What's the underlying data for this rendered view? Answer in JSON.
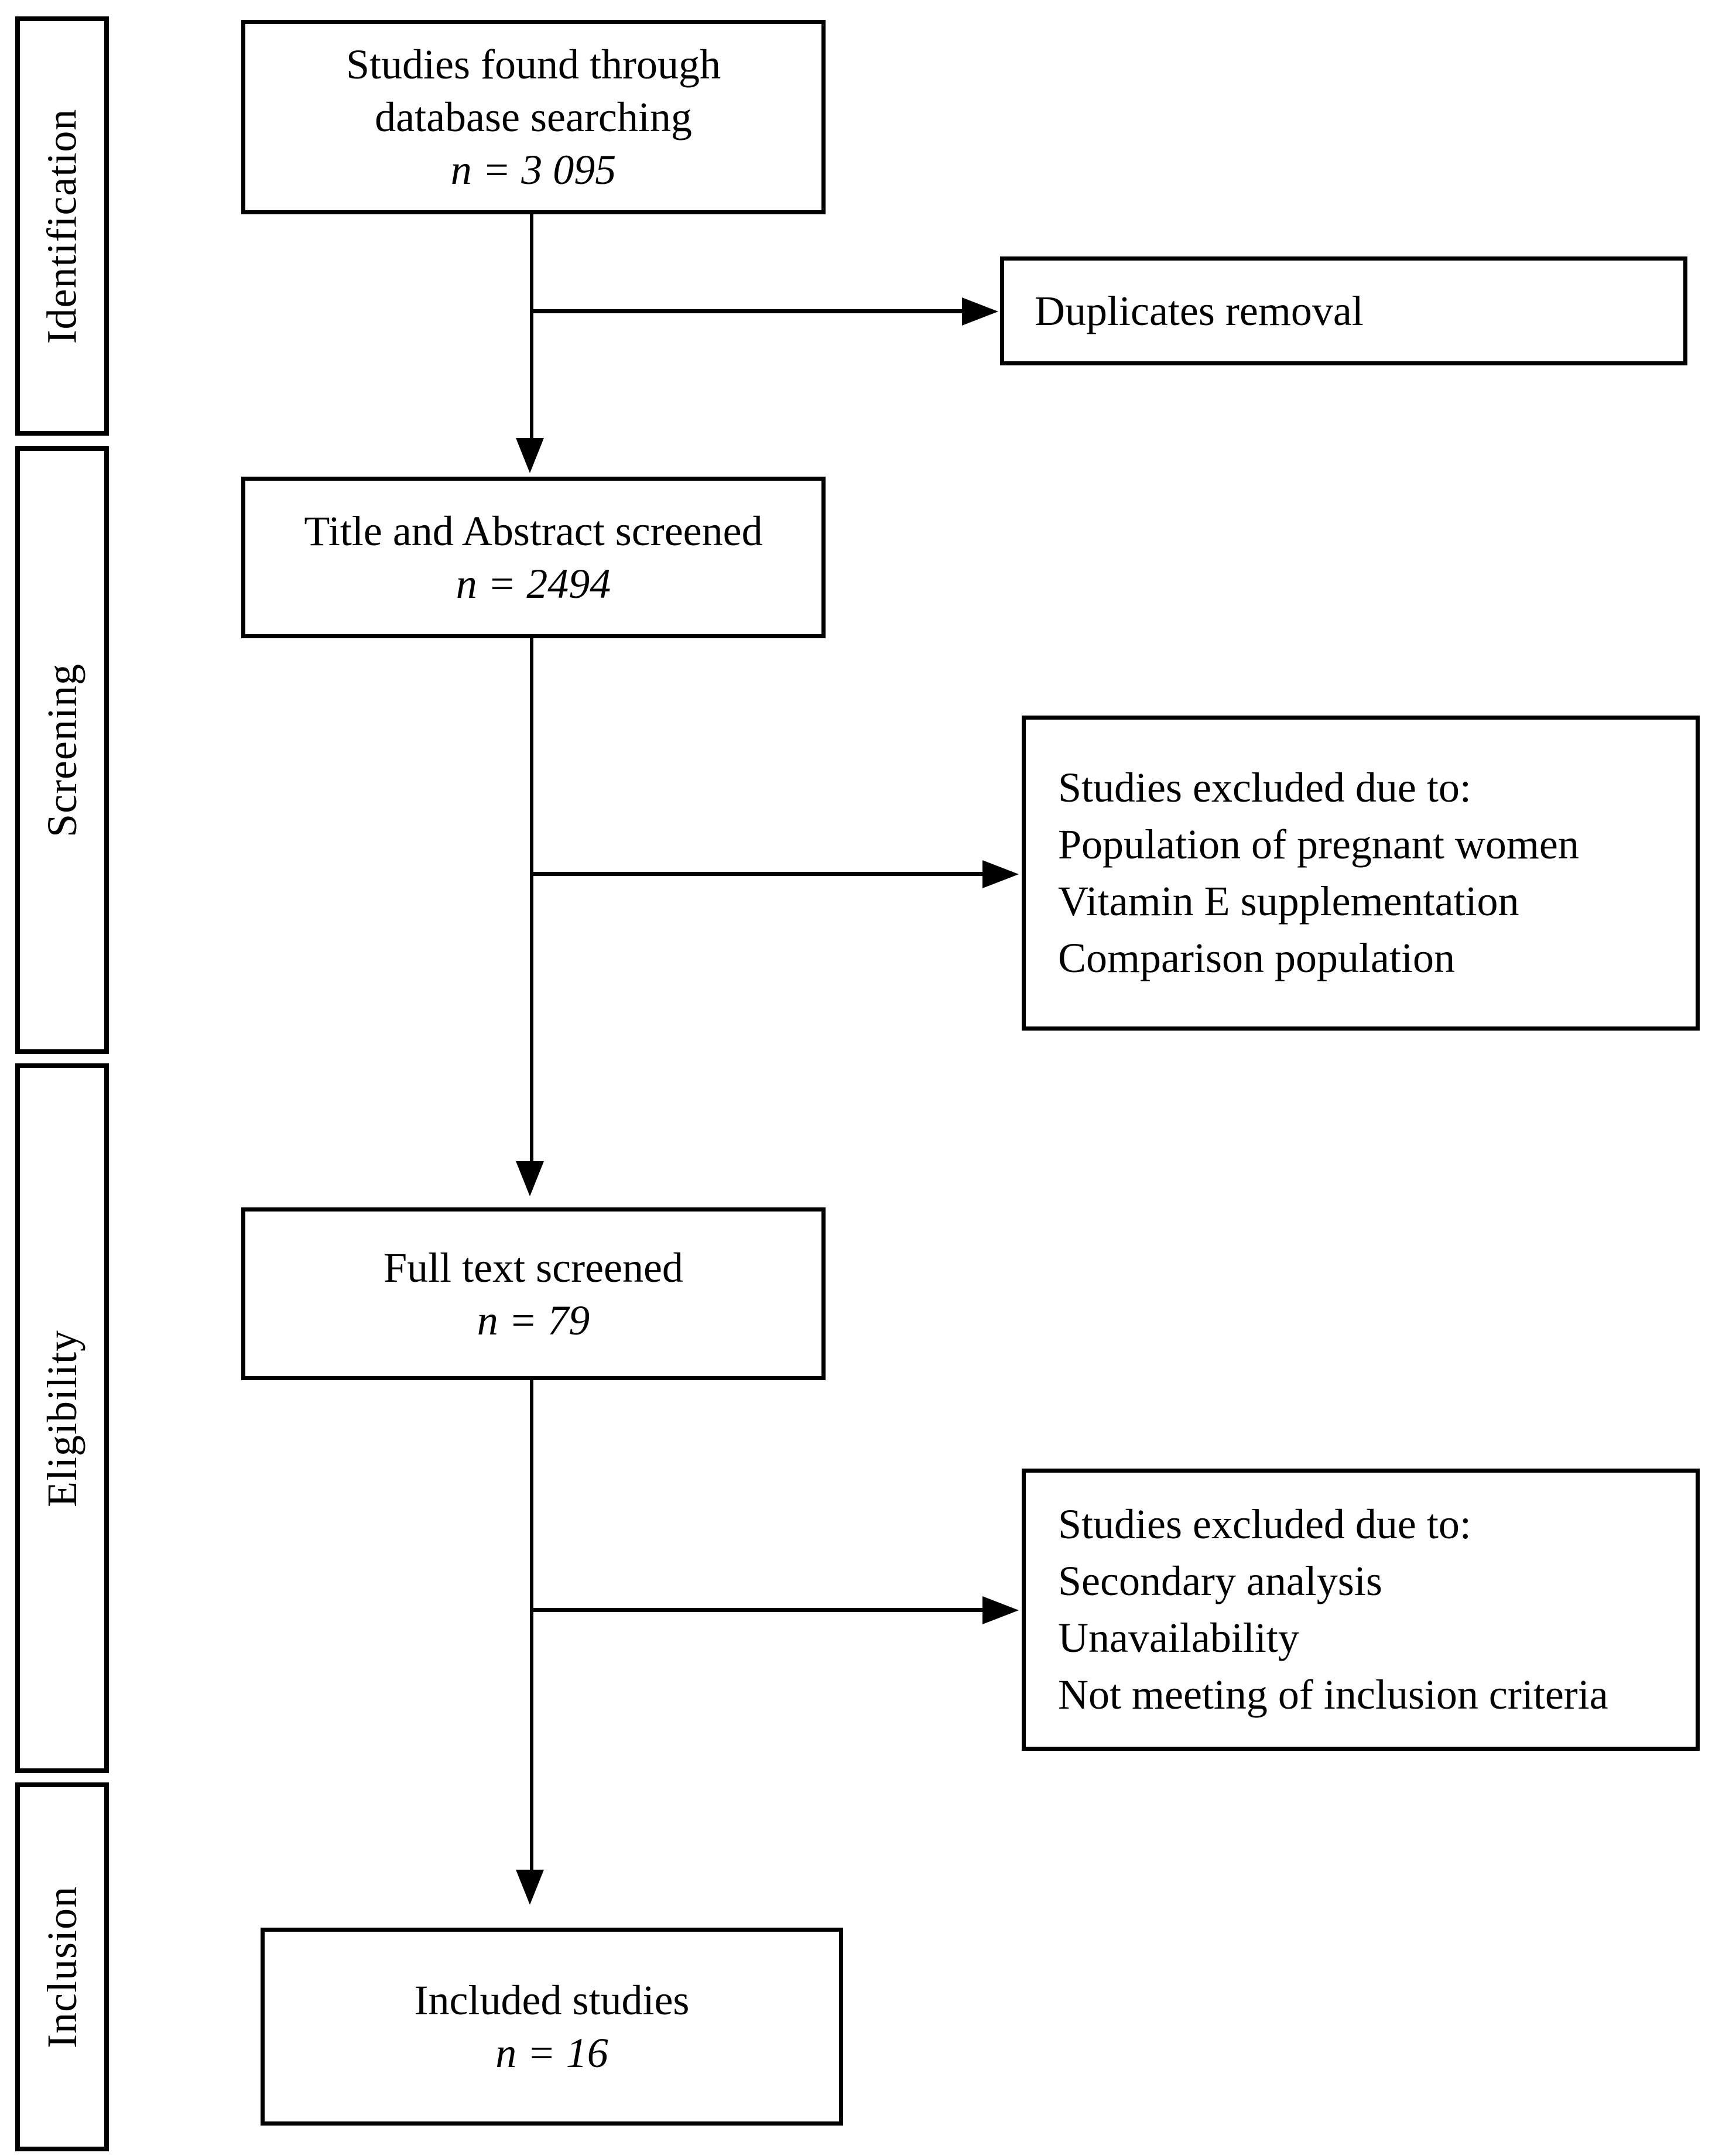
{
  "stages": [
    {
      "label": "Identification"
    },
    {
      "label": "Screening"
    },
    {
      "label": "Eligibility"
    },
    {
      "label": "Inclusion"
    }
  ],
  "nodes": {
    "database_search": {
      "line1": "Studies found through",
      "line2": "database searching",
      "count": "n = 3 095"
    },
    "duplicates_removal": {
      "label": "Duplicates removal"
    },
    "title_abstract_screened": {
      "line1": "Title and Abstract screened",
      "count": "n = 2494"
    },
    "excluded_screening": {
      "line1": "Studies excluded due to:",
      "line2": "Population of pregnant women",
      "line3": "Vitamin E supplementation",
      "line4": "Comparison population"
    },
    "full_text_screened": {
      "line1": "Full text screened",
      "count": "n = 79"
    },
    "excluded_eligibility": {
      "line1": "Studies excluded due to:",
      "line2": "Secondary analysis",
      "line3": "Unavailability",
      "line4": "Not meeting of inclusion criteria"
    },
    "included_studies": {
      "line1": "Included studies",
      "count": "n = 16"
    }
  },
  "colors": {
    "line": "#000000",
    "text": "#000000",
    "background": "#ffffff"
  }
}
